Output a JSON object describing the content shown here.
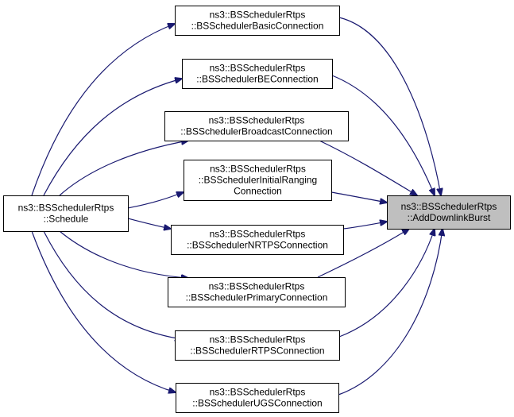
{
  "graph": {
    "type": "call-graph",
    "edge_color": "#191970",
    "focus_fill": "#bfbfbf",
    "nodes": [
      {
        "id": "schedule",
        "lines": [
          "ns3::BSSchedulerRtps",
          "::Schedule"
        ],
        "focus": false
      },
      {
        "id": "basic",
        "lines": [
          "ns3::BSSchedulerRtps",
          "::BSSchedulerBasicConnection"
        ],
        "focus": false
      },
      {
        "id": "be",
        "lines": [
          "ns3::BSSchedulerRtps",
          "::BSSchedulerBEConnection"
        ],
        "focus": false
      },
      {
        "id": "broadcast",
        "lines": [
          "ns3::BSSchedulerRtps",
          "::BSSchedulerBroadcastConnection"
        ],
        "focus": false
      },
      {
        "id": "initialranging",
        "lines": [
          "ns3::BSSchedulerRtps",
          "::BSSchedulerInitialRanging",
          "Connection"
        ],
        "focus": false
      },
      {
        "id": "nrtps",
        "lines": [
          "ns3::BSSchedulerRtps",
          "::BSSchedulerNRTPSConnection"
        ],
        "focus": false
      },
      {
        "id": "primary",
        "lines": [
          "ns3::BSSchedulerRtps",
          "::BSSchedulerPrimaryConnection"
        ],
        "focus": false
      },
      {
        "id": "rtps",
        "lines": [
          "ns3::BSSchedulerRtps",
          "::BSSchedulerRTPSConnection"
        ],
        "focus": false
      },
      {
        "id": "ugs",
        "lines": [
          "ns3::BSSchedulerRtps",
          "::BSSchedulerUGSConnection"
        ],
        "focus": false
      },
      {
        "id": "adddownlinkburst",
        "lines": [
          "ns3::BSSchedulerRtps",
          "::AddDownlinkBurst"
        ],
        "focus": true
      }
    ],
    "edges": [
      {
        "from": "schedule",
        "to": "basic"
      },
      {
        "from": "schedule",
        "to": "be"
      },
      {
        "from": "schedule",
        "to": "broadcast"
      },
      {
        "from": "schedule",
        "to": "initialranging"
      },
      {
        "from": "schedule",
        "to": "nrtps"
      },
      {
        "from": "schedule",
        "to": "primary"
      },
      {
        "from": "schedule",
        "to": "rtps"
      },
      {
        "from": "schedule",
        "to": "ugs"
      },
      {
        "from": "schedule",
        "to": "adddownlinkburst"
      },
      {
        "from": "basic",
        "to": "adddownlinkburst"
      },
      {
        "from": "be",
        "to": "adddownlinkburst"
      },
      {
        "from": "broadcast",
        "to": "adddownlinkburst"
      },
      {
        "from": "initialranging",
        "to": "adddownlinkburst"
      },
      {
        "from": "nrtps",
        "to": "adddownlinkburst"
      },
      {
        "from": "primary",
        "to": "adddownlinkburst"
      },
      {
        "from": "rtps",
        "to": "adddownlinkburst"
      },
      {
        "from": "ugs",
        "to": "adddownlinkburst"
      }
    ]
  }
}
